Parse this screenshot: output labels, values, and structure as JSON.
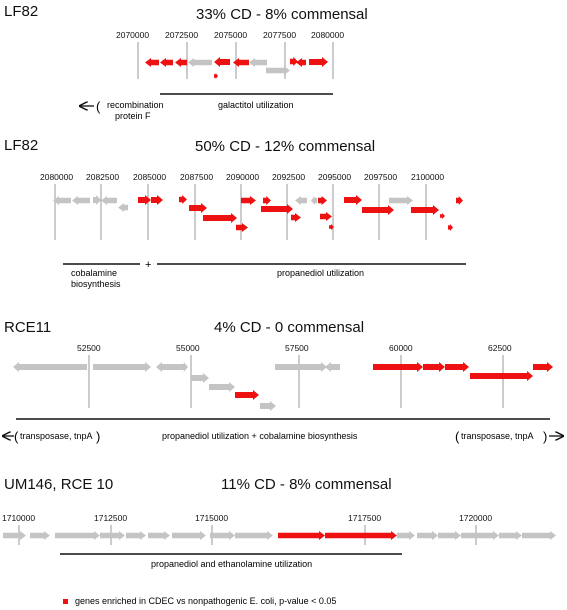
{
  "colors": {
    "enriched": "#ee1111",
    "other": "#c4c4c4",
    "tick": "#9a9a9a",
    "line": "#111111"
  },
  "panels": [
    {
      "name": "LF82",
      "title": "33% CD - 8% commensal",
      "ticks": [
        "2070000",
        "2072500",
        "2075000",
        "2077500",
        "2080000"
      ],
      "annotations": [
        "recombination",
        "protein F",
        "galactitol utilization"
      ],
      "genes": [
        {
          "dir": "L",
          "color": "enriched"
        },
        {
          "dir": "L",
          "color": "enriched"
        },
        {
          "dir": "L",
          "color": "enriched"
        },
        {
          "dir": "L",
          "color": "other"
        },
        {
          "dir": "L",
          "color": "enriched"
        },
        {
          "dir": "R",
          "color": "enriched"
        },
        {
          "dir": "L",
          "color": "enriched"
        },
        {
          "dir": "L",
          "color": "other"
        },
        {
          "dir": "R",
          "color": "other"
        },
        {
          "dir": "R",
          "color": "enriched"
        },
        {
          "dir": "L",
          "color": "enriched"
        },
        {
          "dir": "R",
          "color": "enriched"
        }
      ]
    },
    {
      "name": "LF82",
      "title": "50% CD - 12% commensal",
      "ticks": [
        "2080000",
        "2082500",
        "2085000",
        "2087500",
        "2090000",
        "2092500",
        "2095000",
        "2097500",
        "2100000"
      ],
      "annotations": [
        "cobalamine",
        "biosynthesis",
        "+",
        "propanediol utilization"
      ]
    },
    {
      "name": "RCE11",
      "title": "4% CD - 0 commensal",
      "ticks": [
        "52500",
        "55000",
        "57500",
        "60000",
        "62500"
      ],
      "annotations": [
        "transposase, tnpA",
        "propanediol utilization + cobalamine biosynthesis",
        "transposase, tnpA"
      ]
    },
    {
      "name": "UM146, RCE 10",
      "title": "11% CD - 8% commensal",
      "ticks": [
        "1710000",
        "1712500",
        "1715000",
        "1717500",
        "1720000"
      ],
      "annotations": [
        "propanediol  and ethanolamine utilization"
      ]
    }
  ],
  "legend": {
    "text": "genes enriched in CDEC vs nonpathogenic E. coli, p-value < 0.05"
  }
}
